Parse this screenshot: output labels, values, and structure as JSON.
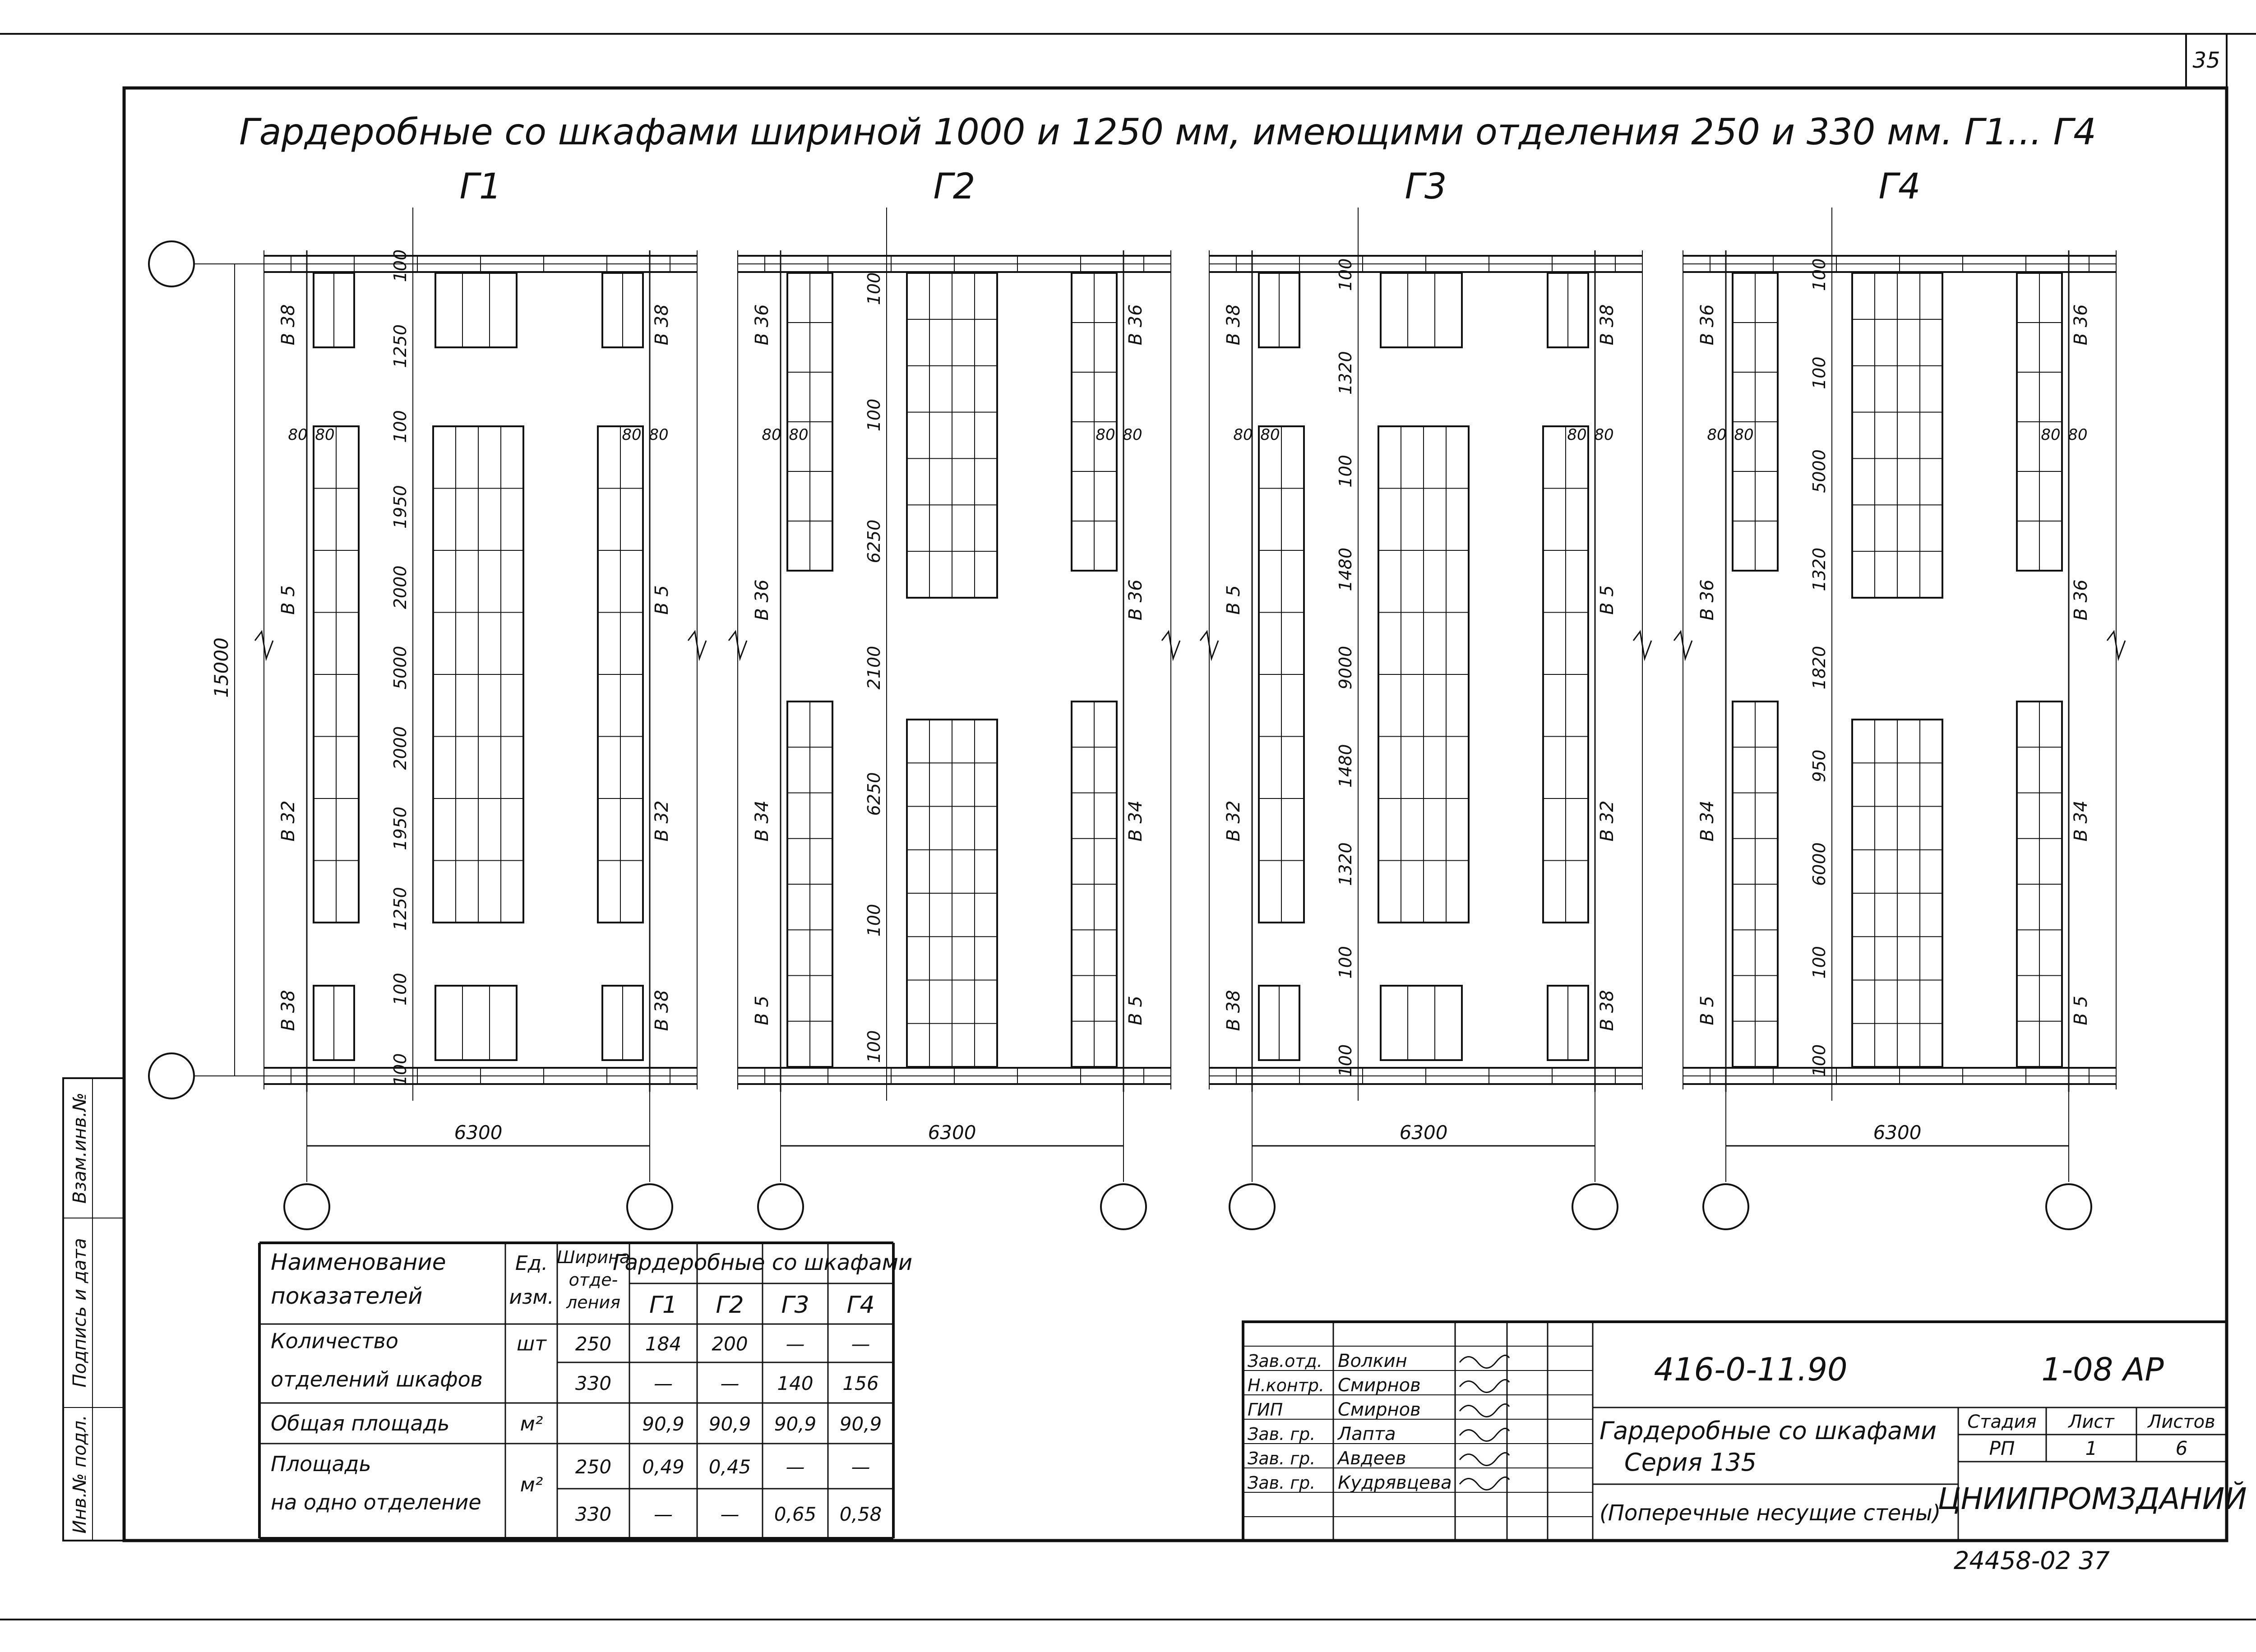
{
  "sheet_number": "35",
  "title": "Гардеробные со шкафами шириной  1000 и 1250 мм, имеющими отделения 250 и 330 мм.  Г1... Г4",
  "plans": [
    {
      "label": "Г1",
      "axis_span": "6300",
      "overall_length": "15000",
      "row_tops": [
        "В 38",
        "В 5",
        "В 32",
        "В 38"
      ],
      "center_dims": [
        "100",
        "1250",
        "100",
        "1950",
        "2000",
        "5000",
        "2000",
        "1950",
        "1250",
        "100",
        "100"
      ],
      "small_dims": [
        "80",
        "80",
        "80",
        "80"
      ],
      "right_tops": [
        "В 38",
        "В 5",
        "В 32",
        "В 38"
      ]
    },
    {
      "label": "Г2",
      "axis_span": "6300",
      "overall_length": "",
      "row_tops": [
        "В 36",
        "В 36",
        "В 34",
        "В 5"
      ],
      "center_dims": [
        "100",
        "100",
        "6250",
        "2100",
        "6250",
        "100",
        "100"
      ],
      "small_dims": [
        "80",
        "80",
        "80",
        "80"
      ],
      "right_tops": [
        "В 36",
        "В 36",
        "В 34",
        "В 5"
      ]
    },
    {
      "label": "Г3",
      "axis_span": "6300",
      "overall_length": "",
      "row_tops": [
        "В 38",
        "В 5",
        "В 32",
        "В 38"
      ],
      "center_dims": [
        "100",
        "1320",
        "100",
        "1480",
        "9000",
        "1480",
        "1320",
        "100",
        "100"
      ],
      "small_dims": [
        "80",
        "80",
        "80",
        "80"
      ],
      "right_tops": [
        "В 38",
        "В 5",
        "В 32",
        "В 38"
      ]
    },
    {
      "label": "Г4",
      "axis_span": "6300",
      "overall_length": "",
      "row_tops": [
        "В 36",
        "В 36",
        "В 34",
        "В 5"
      ],
      "center_dims": [
        "100",
        "100",
        "5000",
        "1320",
        "1820",
        "950",
        "6000",
        "100",
        "100"
      ],
      "small_dims": [
        "80",
        "80",
        "80",
        "80"
      ],
      "right_tops": [
        "В 36",
        "В 36",
        "В 34",
        "В 5"
      ]
    }
  ],
  "table": {
    "headers": {
      "name": "Наименование показателей",
      "unit": "Ед. изм.",
      "width": "Ширина отде- ления",
      "group": "Гардеробные со шкафами",
      "cols": [
        "Г1",
        "Г2",
        "Г3",
        "Г4"
      ]
    },
    "rows": [
      {
        "name": "Количество отделений шкафов",
        "unit": "шт",
        "width": "250",
        "values": [
          "184",
          "200",
          "—",
          "—"
        ]
      },
      {
        "name": "",
        "unit": "",
        "width": "330",
        "values": [
          "—",
          "—",
          "140",
          "156"
        ]
      },
      {
        "name": "Общая площадь",
        "unit": "м²",
        "width": "",
        "values": [
          "90,9",
          "90,9",
          "90,9",
          "90,9"
        ]
      },
      {
        "name": "Площадь на одно отделение",
        "unit": "м²",
        "width": "250",
        "values": [
          "0,49",
          "0,45",
          "—",
          "—"
        ]
      },
      {
        "name": "",
        "unit": "",
        "width": "330",
        "values": [
          "—",
          "—",
          "0,65",
          "0,58"
        ]
      }
    ]
  },
  "stamp": {
    "code": "416-0-11.90",
    "sheet_code": "1-08 АР",
    "title_line1": "Гардеробные со шкафами",
    "title_line2": "Серия 135",
    "subtitle": "(Поперечные несущие стены)",
    "stage_label": "Стадия",
    "sheet_label": "Лист",
    "sheets_label": "Листов",
    "stage": "РП",
    "sheet": "1",
    "sheets": "6",
    "organization": "ЦНИИПРОМЗДАНИЙ",
    "signers": [
      {
        "role": "Зав.отд.",
        "name": "Волкин"
      },
      {
        "role": "Н.контр.",
        "name": "Смирнов"
      },
      {
        "role": "ГИП",
        "name": "Смирнов"
      },
      {
        "role": "Зав. гр.",
        "name": "Лапта"
      },
      {
        "role": "Зав. гр.",
        "name": "Авдеев"
      },
      {
        "role": "Зав. гр.",
        "name": "Кудрявцева"
      }
    ]
  },
  "side_labels": [
    "Взам.инв.№",
    "Подпись и дата",
    "Инв.№ подл."
  ],
  "bottom_code": "24458-02  37"
}
